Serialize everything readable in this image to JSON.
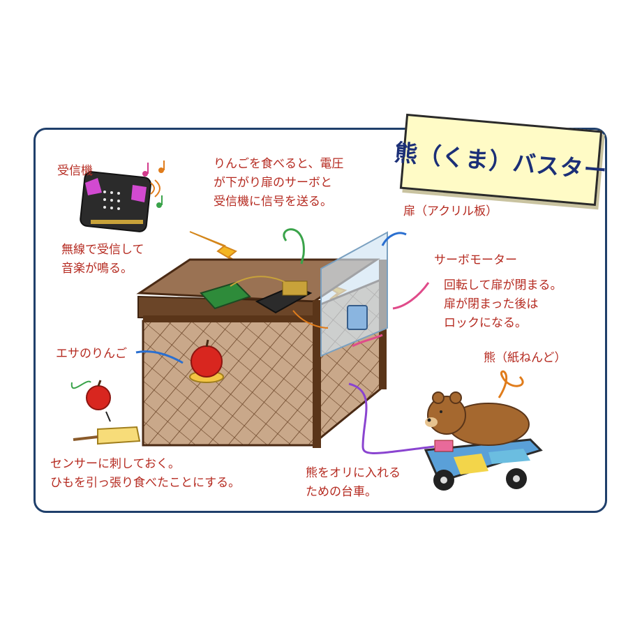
{
  "title": "熊（くま）バスター",
  "labels": {
    "receiver": "受信機",
    "receiver_note": "無線で受信して\n音楽が鳴る。",
    "apple_eat": "りんごを食べると、電圧\nが下がり扉のサーボと\n受信機に信号を送る。",
    "door": "扉（アクリル板）",
    "servo": "サーボモーター",
    "servo_note": "回転して扉が閉まる。\n扉が閉まった後は\nロックになる。",
    "bait": "エサのりんご",
    "bear": "熊（紙ねんど）",
    "sensor_note": "センサーに刺しておく。\nひもを引っ張り食べたことにする。",
    "cart_note": "熊をオリに入れる\nための台車。"
  },
  "colors": {
    "frame": "#1f3f6b",
    "label_text": "#b52a20",
    "title_text": "#1b2f77",
    "title_bg": "#fffbc6",
    "cage_wood": "#5a3519",
    "cage_fill": "#c9a88a",
    "acrylic": "#cfe3f3",
    "bear": "#a5682f",
    "apple": "#d8261f",
    "pcb_green": "#2e8b3a"
  },
  "icons": [
    "lightning-icon",
    "music-note-icon",
    "arrow-icon",
    "apple-icon",
    "servo-icon"
  ]
}
